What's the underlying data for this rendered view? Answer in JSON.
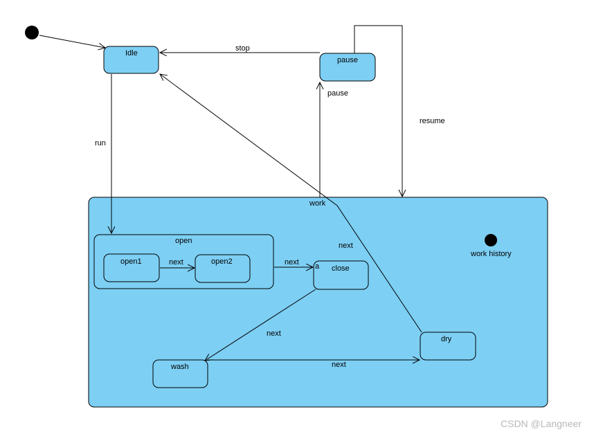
{
  "states": {
    "idle": "Idle",
    "pause": "pause",
    "work": "work",
    "open": "open",
    "open1": "open1",
    "open2": "open2",
    "close": "close",
    "wash": "wash",
    "dry": "dry",
    "work_history": "work history",
    "close_marker": "a"
  },
  "transitions": {
    "stop": "stop",
    "pause": "pause",
    "resume": "resume",
    "run": "run",
    "open1_open2": "next",
    "open_close": "next",
    "close_wash": "next",
    "wash_dry": "next",
    "dry_idle": "next"
  },
  "colors": {
    "state_fill": "#7dcff4",
    "stroke": "#000000",
    "background": "#ffffff"
  },
  "watermark": "CSDN @Langneer"
}
